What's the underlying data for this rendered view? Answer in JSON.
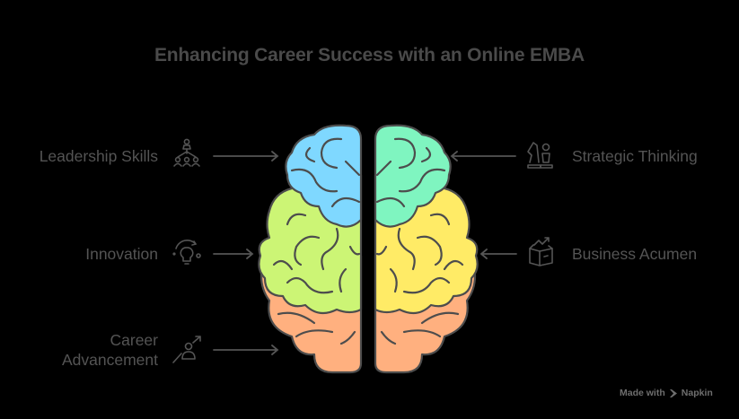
{
  "title": "Enhancing Career Success with an Online EMBA",
  "left_items": [
    {
      "label_lines": [
        "Leadership Skills"
      ],
      "icon": "team-leader-icon"
    },
    {
      "label_lines": [
        "Innovation"
      ],
      "icon": "lightbulb-cycle-icon"
    },
    {
      "label_lines": [
        "Career",
        "Advancement"
      ],
      "icon": "person-growth-icon"
    }
  ],
  "right_items": [
    {
      "label_lines": [
        "Strategic Thinking"
      ],
      "icon": "chess-pieces-icon"
    },
    {
      "label_lines": [
        "Business Acumen"
      ],
      "icon": "book-growth-icon"
    }
  ],
  "brain_regions": {
    "left_top": {
      "color": "#7fd8ff",
      "maps_to": "Leadership Skills"
    },
    "left_middle": {
      "color": "#ccf575",
      "maps_to": "Innovation"
    },
    "left_bottom": {
      "color": "#ffb07f",
      "maps_to": "Career Advancement"
    },
    "right_top": {
      "color": "#7ff5c0",
      "maps_to": "Strategic Thinking"
    },
    "right_middle": {
      "color": "#ffeb66",
      "maps_to": "Business Acumen"
    },
    "right_bottom": {
      "color": "#ffb07f"
    }
  },
  "colors": {
    "background": "#000000",
    "text": "#545454",
    "outline": "#4d4d4d"
  },
  "watermark": {
    "prefix": "Made with",
    "brand": "Napkin"
  }
}
